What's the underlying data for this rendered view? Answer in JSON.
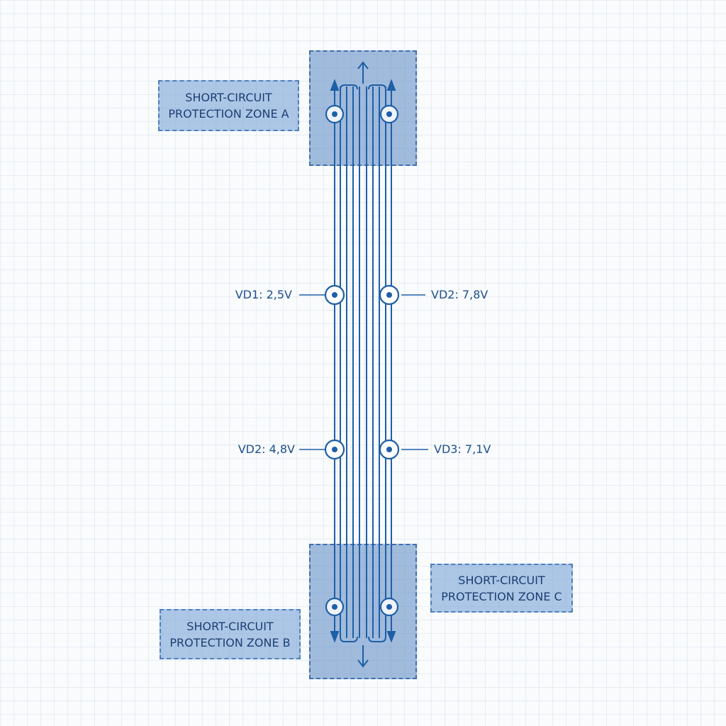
{
  "colors": {
    "wire": "#1f5fa6",
    "zone_fill": "#4e80be",
    "label_fill": "#6e9bd2",
    "text": "#1c3f73"
  },
  "zones": {
    "a": {
      "line1": "SHORT-CIRCUIT",
      "line2": "PROTECTION ZONE A"
    },
    "b": {
      "line1": "SHORT-CIRCUIT",
      "line2": "PROTECTION ZONE B"
    },
    "c": {
      "line1": "SHORT-CIRCUIT",
      "line2": "PROTECTION ZONE C"
    }
  },
  "voltages": {
    "left_upper": "VD1: 2,5V",
    "right_upper": "VD2: 7,8V",
    "left_lower": "VD2: 4,8V",
    "right_lower": "VD3: 7,1V"
  },
  "icons": {
    "terminal": "measurement-point-icon",
    "arrow": "arrow-icon"
  }
}
